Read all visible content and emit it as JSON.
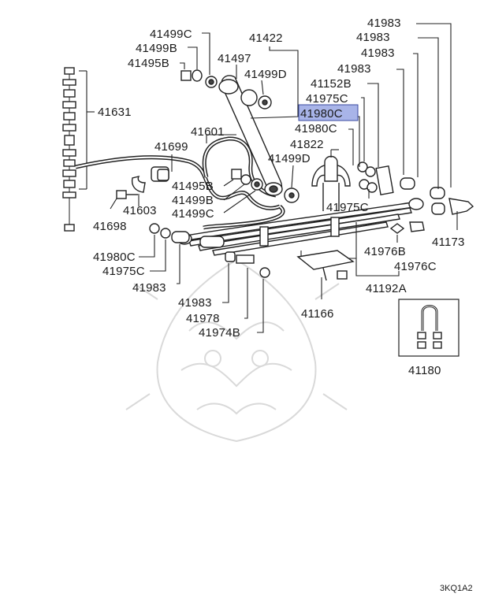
{
  "labels": {
    "p41499C_top": "41499C",
    "p41499B_top": "41499B",
    "p41495B_top": "41495B",
    "p41422": "41422",
    "p41497": "41497",
    "p41499D_top": "41499D",
    "p41631": "41631",
    "p41601": "41601",
    "p41699": "41699",
    "p41495B_mid": "41495B",
    "p41499B_mid": "41499B",
    "p41499C_mid": "41499C",
    "p41603": "41603",
    "p41698": "41698",
    "p41499D_mid": "41499D",
    "p41822": "41822",
    "p41980C_hl": "41980C",
    "p41980C_r": "41980C",
    "p41975C_r": "41975C",
    "p41975C_lower": "41975C",
    "p41152B": "41152B",
    "p41983_1": "41983",
    "p41983_2": "41983",
    "p41983_3": "41983",
    "p41983_4": "41983",
    "p41173": "41173",
    "p41976B": "41976B",
    "p41976C": "41976C",
    "p41192A": "41192A",
    "p41166": "41166",
    "p41180": "41180",
    "p41980C_left": "41980C",
    "p41975C_left": "41975C",
    "p41983_left": "41983",
    "p41983_mid": "41983",
    "p41978": "41978",
    "p41974B": "41974B"
  },
  "highlighted_part": "41980C",
  "diagram_code": "3KQ1A2",
  "colors": {
    "highlight_fill": "#a8b4e8",
    "line": "#222222",
    "watermark": "#d9d9d9"
  }
}
